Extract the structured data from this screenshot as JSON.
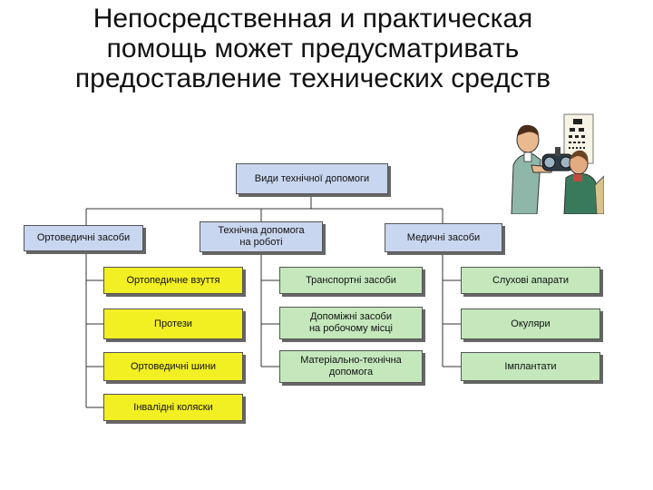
{
  "title": {
    "line1": "Непосредственная и практическая",
    "line2": "помощь может предусматривать",
    "line3": "предоставление технических средств"
  },
  "diagram": {
    "root": "Види технічної допомоги",
    "categories": {
      "orthopedic": "Ортоведичні засоби",
      "work": "Технічна допомога\nна роботі",
      "medical": "Медичні засоби"
    },
    "orthopedic_items": [
      "Ортопедичне взуття",
      "Протези",
      "Ортоведичні шини",
      "Інвалідні коляски"
    ],
    "work_items": [
      "Транспортні засоби",
      "Допоміжні засоби\nна робочому місці",
      "Матеріально-технічна\nдопомога"
    ],
    "medical_items": [
      "Слухові апарати",
      "Окуляри",
      "Імплантати"
    ]
  },
  "illustration": {
    "icon": "eye-exam-illustration-icon"
  },
  "colors": {
    "root_box": "#c9d6ef",
    "category_box": "#c9d6ef",
    "orthopedic_items": "#f2ef23",
    "work_items": "#c4e8bc",
    "medical_items": "#c4e8bc"
  }
}
